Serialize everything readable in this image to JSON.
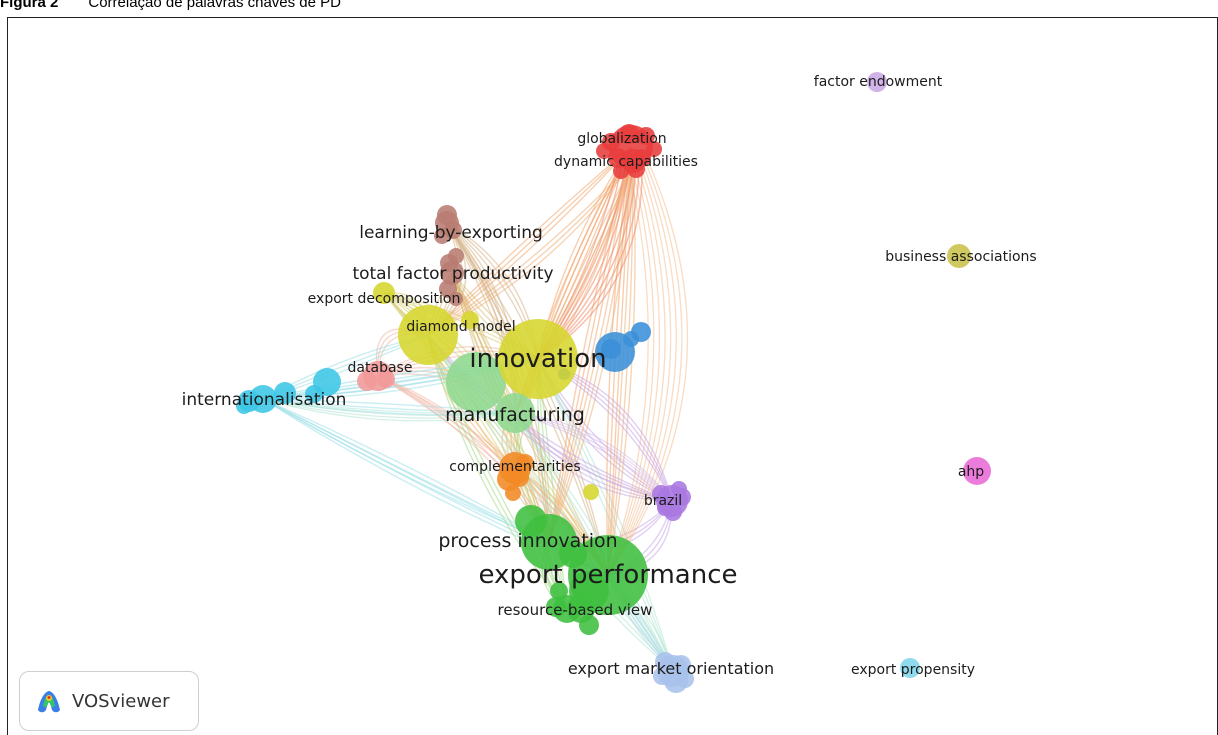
{
  "caption": {
    "figure": "Figura 2",
    "text": "Correlação de palavras chaves de PD"
  },
  "brand": {
    "name": "VOSviewer",
    "logo_icon": "vosviewer-logo-icon"
  },
  "colors": {
    "red": "#e83c3c",
    "brown": "#b87c72",
    "yellow": "#d6d62e",
    "olive": "#c9c24a",
    "green": "#3fbf3f",
    "light_green": "#8ed88e",
    "blue": "#3a8fd8",
    "cyan": "#3cc6e6",
    "pink": "#f39a9a",
    "orange": "#f28a25",
    "purple": "#a877e0",
    "lavender": "#c9a9e6",
    "magenta": "#e86ad6",
    "periwinkle": "#a8c2ec",
    "sky": "#7fd6ea"
  },
  "keywords": [
    {
      "id": "innovation",
      "label": "innovation",
      "cluster": "yellow"
    },
    {
      "id": "export-performance",
      "label": "export performance",
      "cluster": "green"
    },
    {
      "id": "process-innovation",
      "label": "process innovation",
      "cluster": "green"
    },
    {
      "id": "resource-based-view",
      "label": "resource-based view",
      "cluster": "green"
    },
    {
      "id": "manufacturing",
      "label": "manufacturing",
      "cluster": "light_green"
    },
    {
      "id": "learning-by-exporting",
      "label": "learning-by-exporting",
      "cluster": "brown"
    },
    {
      "id": "total-factor-productivity",
      "label": "total factor productivity",
      "cluster": "brown"
    },
    {
      "id": "export-decomposition",
      "label": "export decomposition",
      "cluster": "yellow"
    },
    {
      "id": "diamond-model",
      "label": "diamond model",
      "cluster": "yellow"
    },
    {
      "id": "database",
      "label": "database",
      "cluster": "pink"
    },
    {
      "id": "internationalisation",
      "label": "internationalisation",
      "cluster": "cyan"
    },
    {
      "id": "complementarities",
      "label": "complementarities",
      "cluster": "orange"
    },
    {
      "id": "brazil",
      "label": "brazil",
      "cluster": "purple"
    },
    {
      "id": "globalization",
      "label": "globalization",
      "cluster": "red"
    },
    {
      "id": "dynamic-capabilities",
      "label": "dynamic capabilities",
      "cluster": "red"
    },
    {
      "id": "factor-endowment",
      "label": "factor endowment",
      "cluster": "lavender"
    },
    {
      "id": "business-associations",
      "label": "business associations",
      "cluster": "olive"
    },
    {
      "id": "ahp",
      "label": "ahp",
      "cluster": "magenta"
    },
    {
      "id": "export-market-orientation",
      "label": "export market orientation",
      "cluster": "periwinkle"
    },
    {
      "id": "export-propensity",
      "label": "export propensity",
      "cluster": "sky"
    }
  ]
}
